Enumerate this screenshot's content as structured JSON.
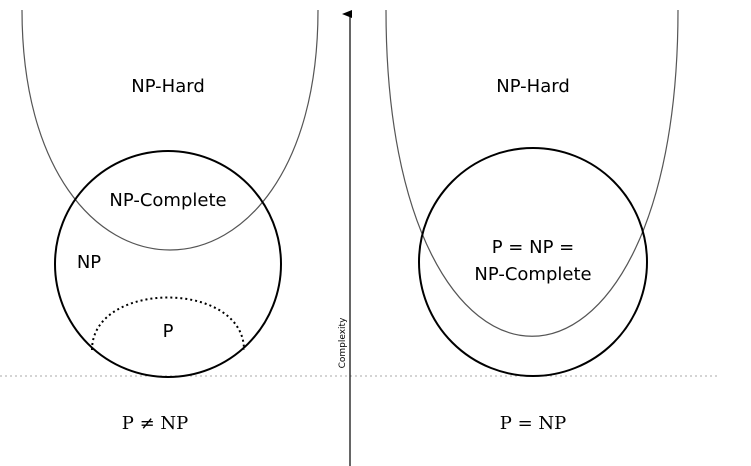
{
  "left_panel": {
    "hard_label": "NP-Hard",
    "complete_label": "NP-Complete",
    "np_label": "NP",
    "p_label": "P",
    "caption": "P ≠ NP"
  },
  "right_panel": {
    "hard_label": "NP-Hard",
    "merged_label_line1": "P = NP =",
    "merged_label_line2": "NP-Complete",
    "caption": "P = NP"
  },
  "axis": {
    "label": "Complexity"
  },
  "colors": {
    "stroke": "#000000",
    "thin_curve": "#555555",
    "baseline": "#aaaaaa",
    "background": "#ffffff"
  }
}
